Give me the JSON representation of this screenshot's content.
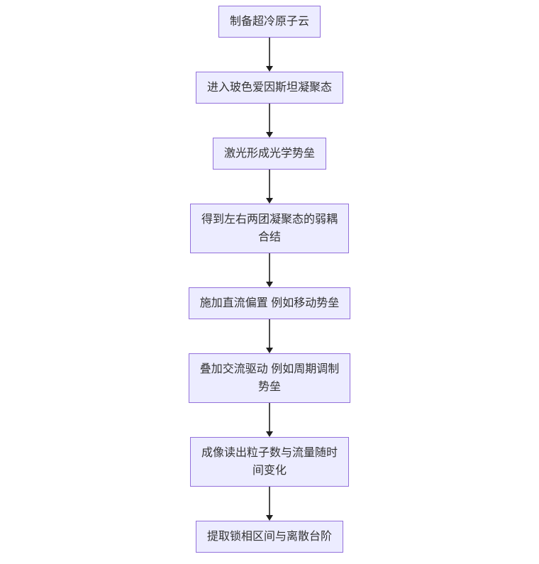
{
  "diagram": {
    "type": "flowchart",
    "direction": "top-down",
    "colors": {
      "background": "#ffffff",
      "node_fill": "#ECECFF",
      "node_border": "#9370DB",
      "node_text": "#333333",
      "edge_line": "#4d4d4d",
      "arrowhead": "#1f1f1f"
    },
    "nodes": [
      {
        "id": "step1",
        "label": "制备超冷原子云"
      },
      {
        "id": "step2",
        "label": "进入玻色爱因斯坦凝聚态"
      },
      {
        "id": "step3",
        "label": "激光形成光学势垒"
      },
      {
        "id": "step4",
        "label": "得到左右两团凝聚态的弱耦\n合结"
      },
      {
        "id": "step5",
        "label": "施加直流偏置 例如移动势垒"
      },
      {
        "id": "step6",
        "label": "叠加交流驱动 例如周期调制\n势垒"
      },
      {
        "id": "step7",
        "label": "成像读出粒子数与流量随时\n间变化"
      },
      {
        "id": "step8",
        "label": "提取锁相区间与离散台阶"
      }
    ],
    "edges": [
      {
        "from": "step1",
        "to": "step2",
        "style": "arrow"
      },
      {
        "from": "step2",
        "to": "step3",
        "style": "arrow"
      },
      {
        "from": "step3",
        "to": "step4",
        "style": "arrow"
      },
      {
        "from": "step4",
        "to": "step5",
        "style": "arrow"
      },
      {
        "from": "step5",
        "to": "step6",
        "style": "arrow"
      },
      {
        "from": "step6",
        "to": "step7",
        "style": "arrow"
      },
      {
        "from": "step7",
        "to": "step8",
        "style": "arrow"
      }
    ]
  }
}
